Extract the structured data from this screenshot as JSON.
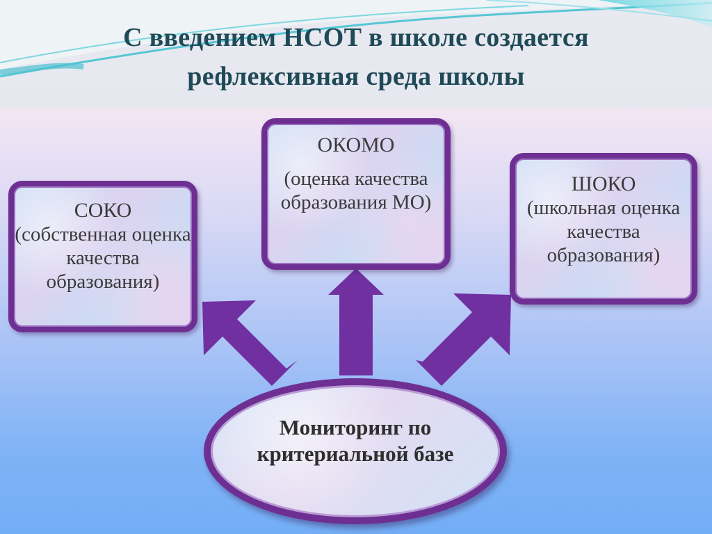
{
  "slide": {
    "title_line1": "С введением НСОТ в школе создается",
    "title_line2": "рефлексивная среда школы"
  },
  "boxes": {
    "soko": {
      "head": "СОКО",
      "body": "(собственная оценка качества образования)"
    },
    "okomo": {
      "head": "ОКОМО",
      "body": "(оценка качества образования МО)"
    },
    "shoko": {
      "head": "ШОКО",
      "body": "(школьная оценка качества образования)"
    }
  },
  "center": {
    "text": "Мониторинг по критериальной базе"
  },
  "colors": {
    "accent": "#6d2f92",
    "title": "#1f4a57"
  }
}
